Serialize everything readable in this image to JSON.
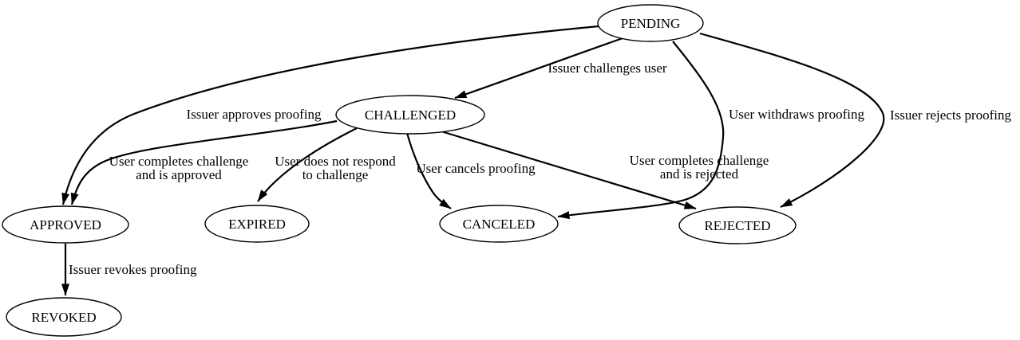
{
  "diagram_type": "state-machine",
  "colors": {
    "background": "#ffffff",
    "node_fill": "#ffffff",
    "stroke": "#000000",
    "text": "#000000"
  },
  "nodes": {
    "pending": {
      "label": "PENDING"
    },
    "challenged": {
      "label": "CHALLENGED"
    },
    "approved": {
      "label": "APPROVED"
    },
    "expired": {
      "label": "EXPIRED"
    },
    "canceled": {
      "label": "CANCELED"
    },
    "rejected": {
      "label": "REJECTED"
    },
    "revoked": {
      "label": "REVOKED"
    }
  },
  "edges": {
    "pending_challenged": {
      "from": "PENDING",
      "to": "CHALLENGED",
      "label": "Issuer challenges user"
    },
    "pending_approved": {
      "from": "PENDING",
      "to": "APPROVED",
      "label": "Issuer approves proofing"
    },
    "pending_canceled": {
      "from": "PENDING",
      "to": "CANCELED",
      "label": "User withdraws proofing"
    },
    "pending_rejected": {
      "from": "PENDING",
      "to": "REJECTED",
      "label": "Issuer rejects proofing"
    },
    "challenged_approved": {
      "from": "CHALLENGED",
      "to": "APPROVED",
      "label_line1": "User completes challenge",
      "label_line2": "and is approved"
    },
    "challenged_expired": {
      "from": "CHALLENGED",
      "to": "EXPIRED",
      "label_line1": "User does not respond",
      "label_line2": "to challenge"
    },
    "challenged_canceled": {
      "from": "CHALLENGED",
      "to": "CANCELED",
      "label": "User cancels proofing"
    },
    "challenged_rejected": {
      "from": "CHALLENGED",
      "to": "REJECTED",
      "label_line1": "User completes challenge",
      "label_line2": "and is rejected"
    },
    "approved_revoked": {
      "from": "APPROVED",
      "to": "REVOKED",
      "label": "Issuer revokes proofing"
    }
  }
}
